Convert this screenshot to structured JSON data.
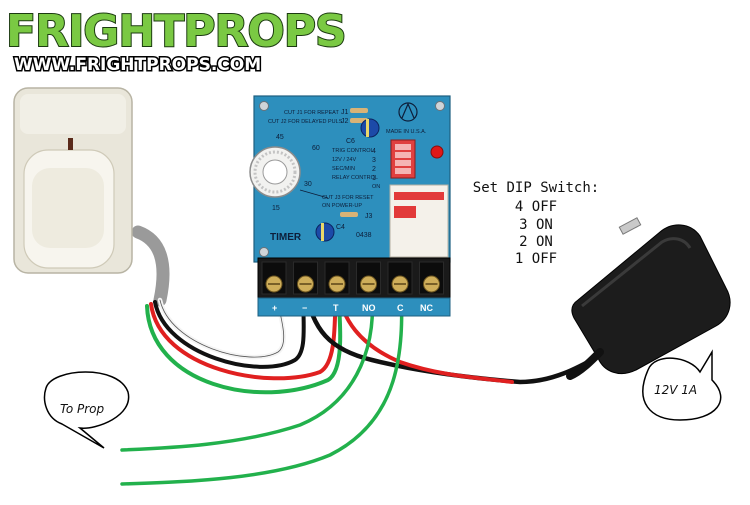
{
  "logo": {
    "title": "FRIGHTPROPS",
    "url": "WWW.FRIGHTPROPS.COM"
  },
  "board": {
    "j1_note": "CUT J1 FOR REPEAT",
    "j2_note": "CUT J2 FOR DELAYED PULS",
    "j1": "J1",
    "j2": "J2",
    "made_in": "MADE IN U.S.A.",
    "c6": "C6",
    "dial_45": "45",
    "dial_60": "60",
    "dial_30": "30",
    "dial_15": "15",
    "trig_control": "TRIG CONTROL",
    "volt": "12V / 24V",
    "sec_min": "SEC/MIN",
    "relay_control": "RELAY CONTROL",
    "on": "ON",
    "dip_nums": [
      "4",
      "3",
      "2",
      "1"
    ],
    "j3_note_1": "CUT J3 FOR RESET",
    "j3_note_2": "ON POWER-UP",
    "j3": "J3",
    "c4": "C4",
    "serial": "0438",
    "timer": "TIMER",
    "terminals": [
      "+",
      "−",
      "T",
      "NO",
      "C",
      "NC"
    ]
  },
  "dip_note": {
    "heading": "Set DIP Switch:",
    "lines": [
      "4 OFF",
      "3 ON",
      "2 ON",
      "1 OFF"
    ]
  },
  "callouts": {
    "prop": "To Prop",
    "power": "12V 1A"
  },
  "colors": {
    "board": "#2d8fbd",
    "wire_red": "#e02020",
    "wire_black": "#111111",
    "wire_green": "#22b14c",
    "wire_white": "#f4f4f4",
    "wire_gray": "#9a9a9a",
    "logo_green": "#7ac943"
  }
}
